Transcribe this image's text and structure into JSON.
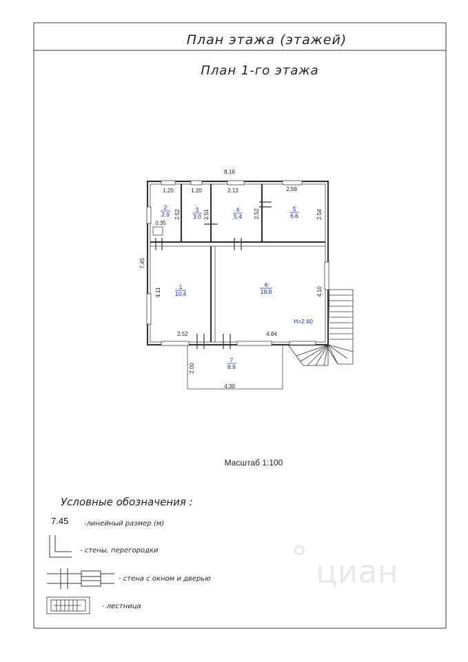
{
  "sheet": {
    "header_title": "План этажа (этажей)",
    "plan_title": "План 1-го этажа",
    "scale_label": "Масштаб 1:100"
  },
  "dimensions": {
    "overall_width": "8.16",
    "overall_height": "7.45",
    "room2_width": "1.20",
    "room3_width": "1.20",
    "room4_width": "2.13",
    "room5_width": "2.58",
    "room2_depth": "2.52",
    "room3_depth": "2.51",
    "room4_depth": "2.52",
    "room5_depth": "2.54",
    "small_gap": "0.35",
    "room1_depth": "4.11",
    "room6_depth": "4.10",
    "room1_width": "2.52",
    "room6_width": "4.84",
    "porch_depth": "2.00",
    "porch_width": "4.30",
    "ceiling_height": "H=2.60"
  },
  "rooms": [
    {
      "number": "1",
      "area": "10.4"
    },
    {
      "number": "2",
      "area": "2.9"
    },
    {
      "number": "3",
      "area": "3.0"
    },
    {
      "number": "4",
      "area": "5.4"
    },
    {
      "number": "5",
      "area": "6.6"
    },
    {
      "number": "6",
      "area": "19.8"
    },
    {
      "number": "7",
      "area": "8.6"
    }
  ],
  "legend": {
    "title": "Условные обозначения :",
    "dimension_sample": "7.45",
    "dimension_desc": "-линейный размер (м)",
    "walls_desc": "- стены, перегородки",
    "window_door_desc": "- стена с окном и дверью",
    "stairs_desc": "- лестница"
  },
  "watermark": "циан",
  "colors": {
    "room_label": "#1a2a9a",
    "lines": "#333333"
  }
}
